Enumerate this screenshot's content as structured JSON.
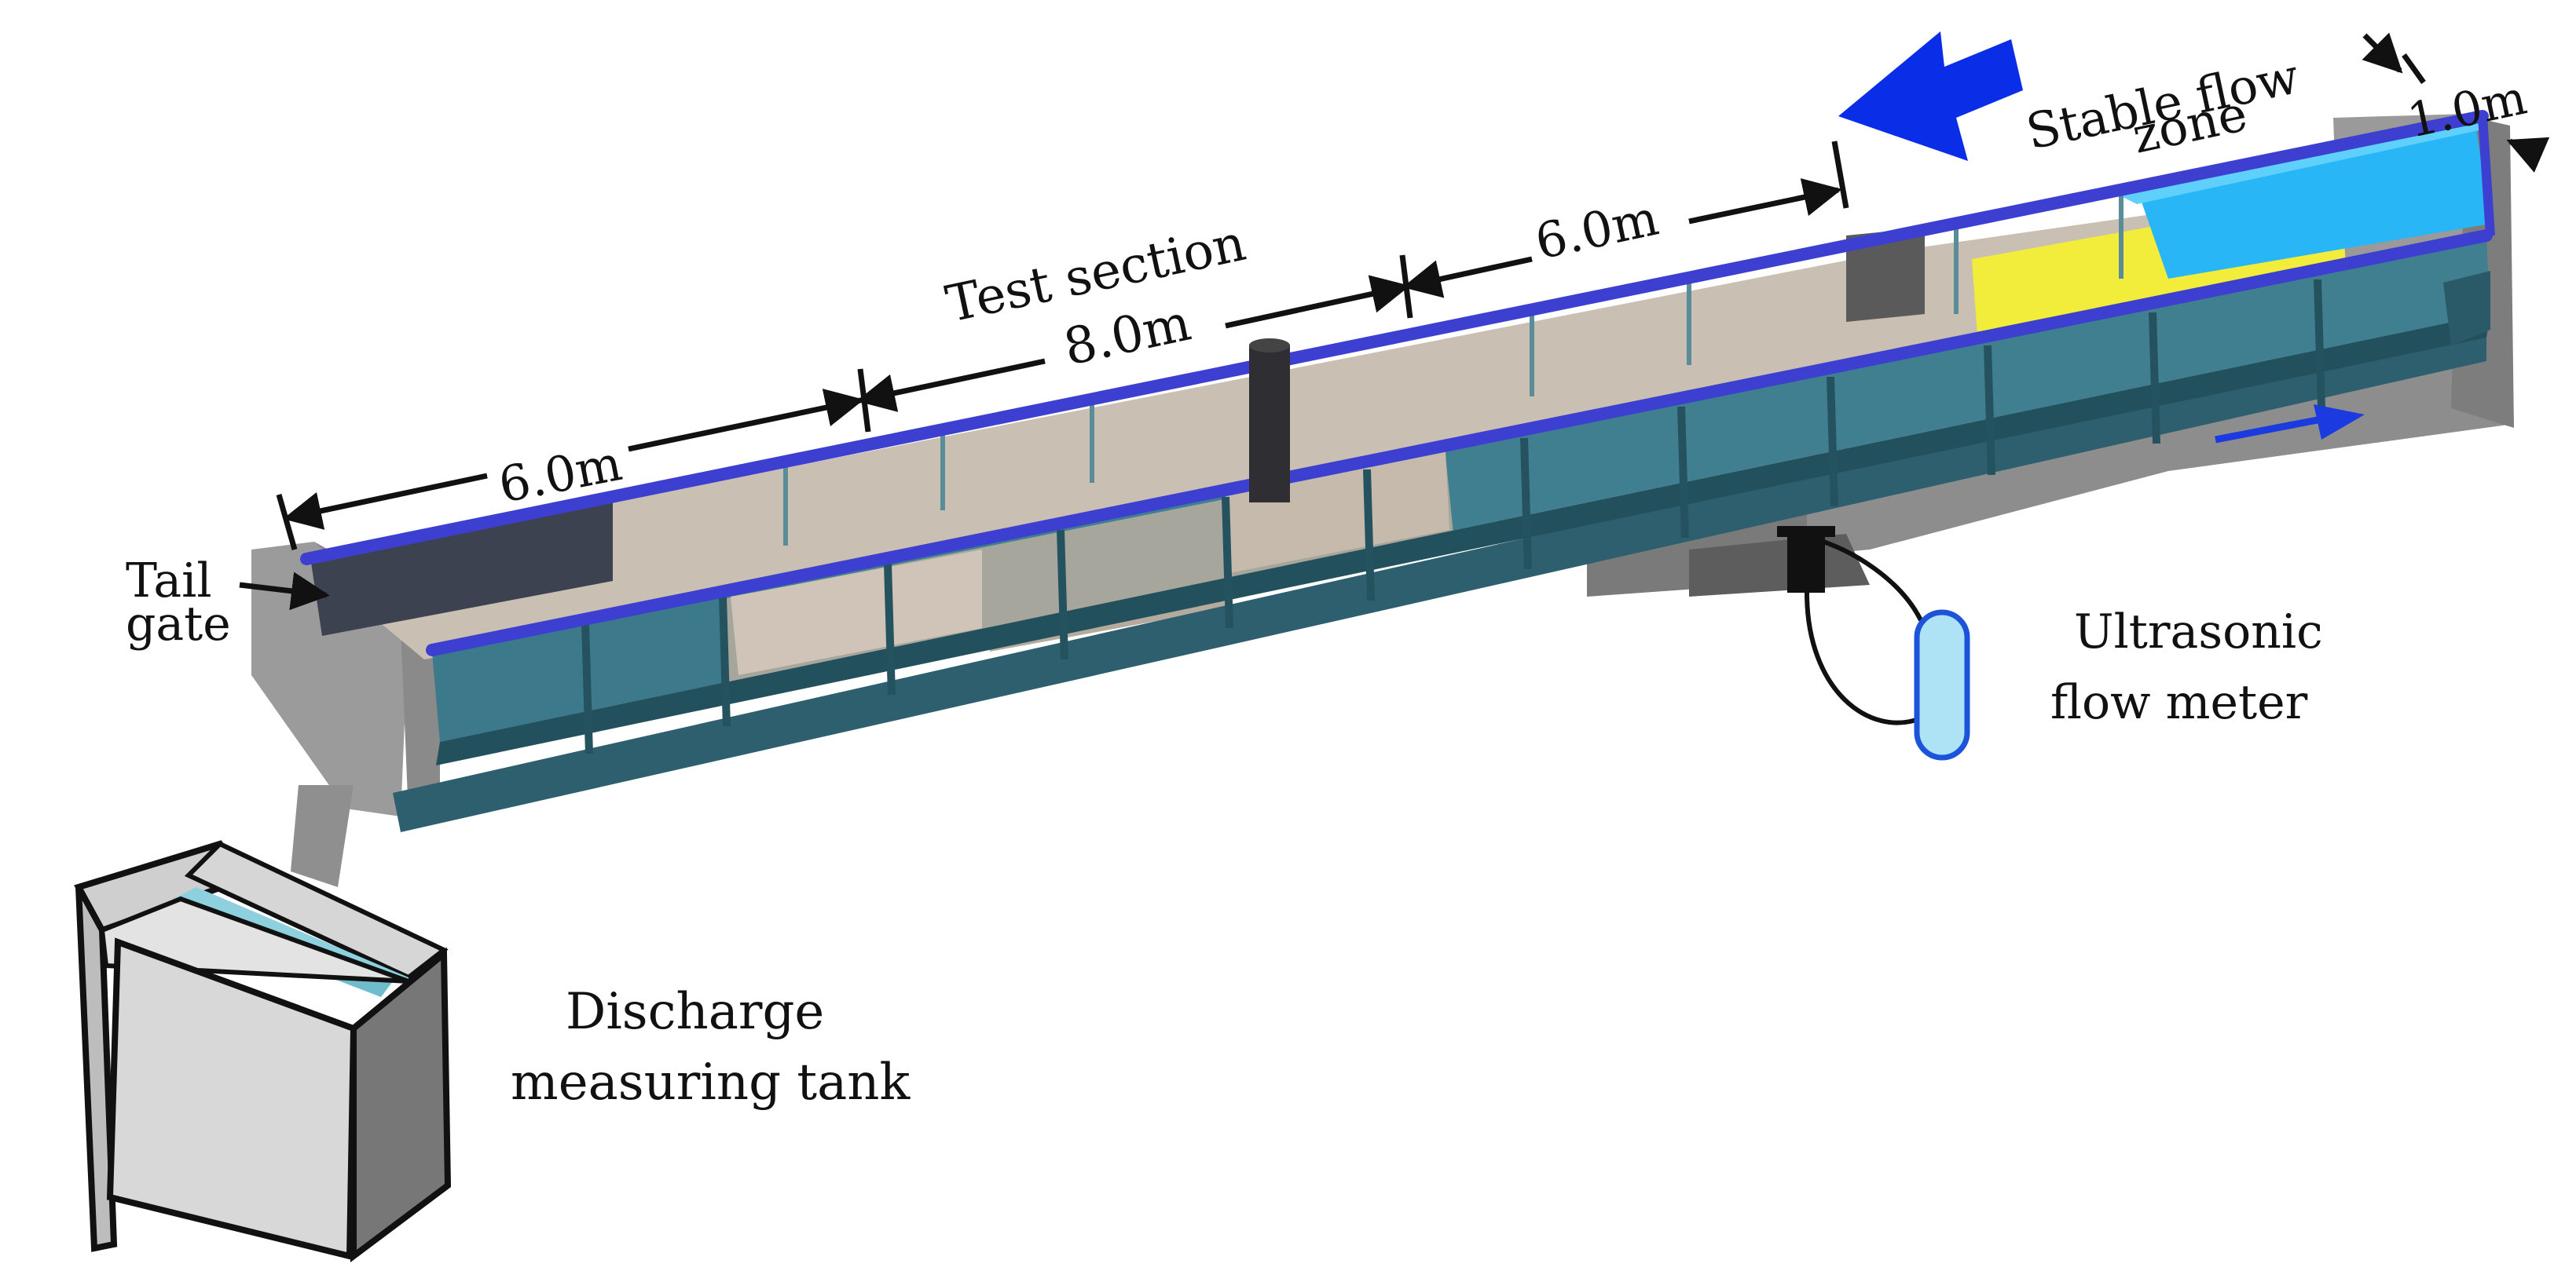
{
  "labels": {
    "tail_gate_line1": "Tail",
    "tail_gate_line2": "gate",
    "test_section_line1": "Test section",
    "test_section_line2": "8.0m",
    "dim_left": "6.0m",
    "dim_mid": "6.0m",
    "dim_width": "1.0m",
    "stable_flow_line1": "Stable flow",
    "stable_flow_line2": "zone",
    "ultrasonic_line1": "Ultrasonic",
    "ultrasonic_line2": "flow meter",
    "discharge_line1": "Discharge",
    "discharge_line2": "measuring tank"
  },
  "colors": {
    "rail": "#3d3fd0",
    "frame": "#2e5f6e",
    "frame_light": "#3f7f90",
    "bed": "#c9bfb2",
    "stable_zone": "#29b6f6",
    "yellow_zone": "#f2ec3a",
    "flow_arrow": "#0a2ee8",
    "concrete": "#9b9b9b",
    "meter": "#aee3f5"
  },
  "icons": {
    "flow_direction": "big-arrow-left-icon",
    "return_flow": "small-arrow-right-icon"
  }
}
